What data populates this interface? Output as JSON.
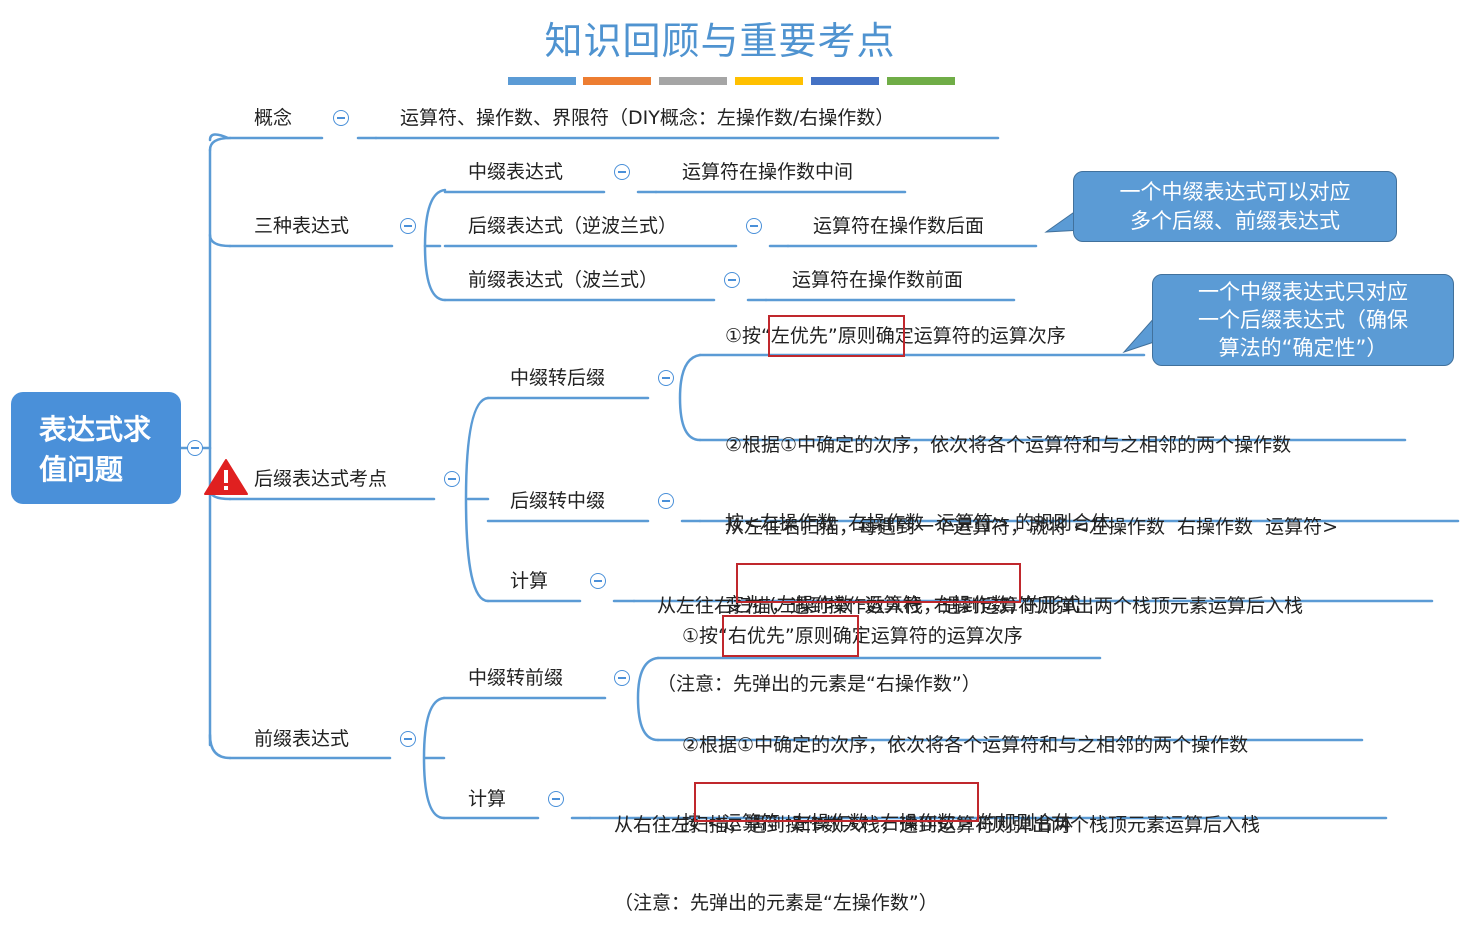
{
  "title": "知识回顾与重要考点",
  "strip_colors": [
    "#5b9bd5",
    "#ed7d31",
    "#a5a5a5",
    "#ffc000",
    "#4472c4",
    "#70ad47"
  ],
  "root": {
    "line1": "表达式求",
    "line2": "值问题"
  },
  "concept": {
    "label": "概念",
    "desc": "运算符、操作数、界限符（DIY概念：左操作数/右操作数）"
  },
  "three_forms": {
    "label": "三种表达式",
    "infix": {
      "label": "中缀表达式",
      "desc": "运算符在操作数中间"
    },
    "postfix": {
      "label": "后缀表达式（逆波兰式）",
      "desc": "运算符在操作数后面"
    },
    "prefix": {
      "label": "前缀表达式（波兰式）",
      "desc": "运算符在操作数前面"
    }
  },
  "postfix_points": {
    "label": "后缀表达式考点",
    "infix_to_postfix": {
      "label": "中缀转后缀",
      "step1_pre": "①按",
      "step1_hl": "“左优先”原则",
      "step1_post": "确定运算符的运算次序",
      "step2_line1": "②根据①中确定的次序，依次将各个运算符和与之相邻的两个操作数",
      "step2_line2": "按<左操作数  右操作数  运算符> 的规则合体"
    },
    "postfix_to_infix": {
      "label": "后缀转中缀",
      "line1": "从左往右扫描，每遇到一个运算符，就将 <左操作数  右操作数  运算符>",
      "line2": "变为 (左操作数  运算符  右操作数) 的形式"
    },
    "compute": {
      "label": "计算",
      "line1": "从左往右扫描，遇到操作数入栈，遇到运算符则弹出两个栈顶元素运算后入栈",
      "line2_pre": "（注意：",
      "line2_hl": "先弹出的元素是“右操作数”）"
    }
  },
  "prefix_section": {
    "label": "前缀表达式",
    "infix_to_prefix": {
      "label": "中缀转前缀",
      "step1_pre": "①按",
      "step1_hl": "“右优先”原则",
      "step1_post": "确定运算符的运算次序",
      "step2_line1": "②根据①中确定的次序，依次将各个运算符和与之相邻的两个操作数",
      "step2_line2": "按 <运算符  左操作数  右操作数> 的规则合体"
    },
    "compute": {
      "label": "计算",
      "line1": "从右往左扫描，遇到操作数入栈，遇到运算符则弹出两个栈顶元素运算后入栈",
      "line2_pre": "（注意：",
      "line2_hl": "先弹出的元素是“左操作数”）"
    }
  },
  "callouts": {
    "c1_line1": "一个中缀表达式可以对应",
    "c1_line2": "多个后缀、前缀表达式",
    "c2_line1": "一个中缀表达式只对应",
    "c2_line2": "一个后缀表达式（确保",
    "c2_line3": "算法的“确定性”）"
  }
}
